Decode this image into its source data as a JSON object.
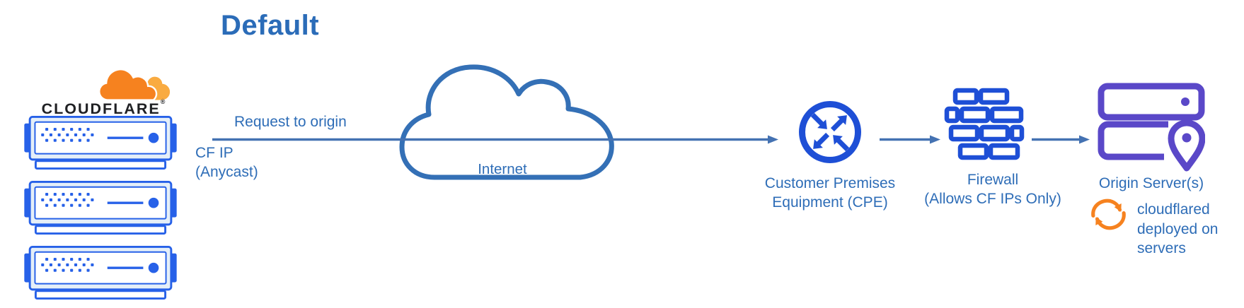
{
  "diagram": {
    "title": "Default",
    "brand": {
      "name": "CLOUDFLARE",
      "registered_mark": "®"
    },
    "edge_labels": {
      "request_to_origin": "Request to origin",
      "cf_ip": [
        "CF IP",
        "(Anycast)"
      ]
    },
    "nodes": {
      "cloudflare_servers": {
        "icon": "cloudflare-server-stack-icon",
        "server_count": 3
      },
      "internet": {
        "label": "Internet",
        "icon": "internet-cloud-icon"
      },
      "cpe": {
        "label": [
          "Customer Premises",
          "Equipment (CPE)"
        ],
        "icon": "router-icon"
      },
      "firewall": {
        "label": [
          "Firewall",
          "(Allows CF IPs Only)"
        ],
        "icon": "brick-wall-icon"
      },
      "origin": {
        "label": "Origin Server(s)",
        "icon": "origin-server-location-icon"
      },
      "cloudflared": {
        "label": [
          "cloudflared",
          "deployed on",
          "servers"
        ],
        "icon": "sync-arrows-icon"
      }
    },
    "colors": {
      "title_blue": "#2B6CB8",
      "label_blue": "#2E6DB7",
      "connector_blue": "#4472B2",
      "cloud_outline_blue": "#3470B6",
      "icon_blue": "#1E4FD6",
      "server_blue": "#2761E8",
      "server_fill": "#E5EFF8",
      "origin_purple": "#5A48C8",
      "cloudflare_orange": "#F6821F",
      "cloudflare_orange_light": "#F9AB41",
      "wordmark_black": "#202124"
    }
  }
}
